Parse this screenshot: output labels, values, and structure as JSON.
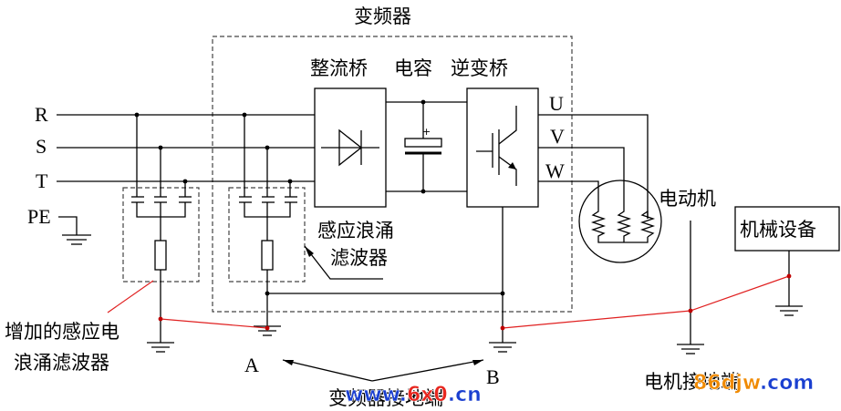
{
  "title": "变频器",
  "blocks": {
    "rectifier": "整流桥",
    "capacitor": "电容",
    "inverter": "逆变桥",
    "motor": "电动机",
    "machine": "机械设备"
  },
  "phases_in": [
    "R",
    "S",
    "T"
  ],
  "phases_out": [
    "U",
    "V",
    "W"
  ],
  "pe": "PE",
  "filter_label": [
    "感应浪涌",
    "滤波器"
  ],
  "added_filter_label": [
    "增加的感应电",
    "浪涌滤波器"
  ],
  "ground_points": {
    "a": "A",
    "b": "B"
  },
  "inverter_ground_label": "变频器接地端",
  "motor_ground_label": "电机接地端",
  "watermark_left": {
    "text1": "www.",
    "text2": "6x0",
    "text3": ".cn"
  },
  "watermark_right": {
    "text1": "86djw",
    "text2": ".com"
  },
  "colors": {
    "line": "#000000",
    "dash": "#444444",
    "red_wire": "#e02020",
    "watermark_blue": "#1a3fd0",
    "watermark_red": "#e8271f",
    "watermark_orange": "#f08a00",
    "watermark_gray": "#b0b0b0"
  }
}
